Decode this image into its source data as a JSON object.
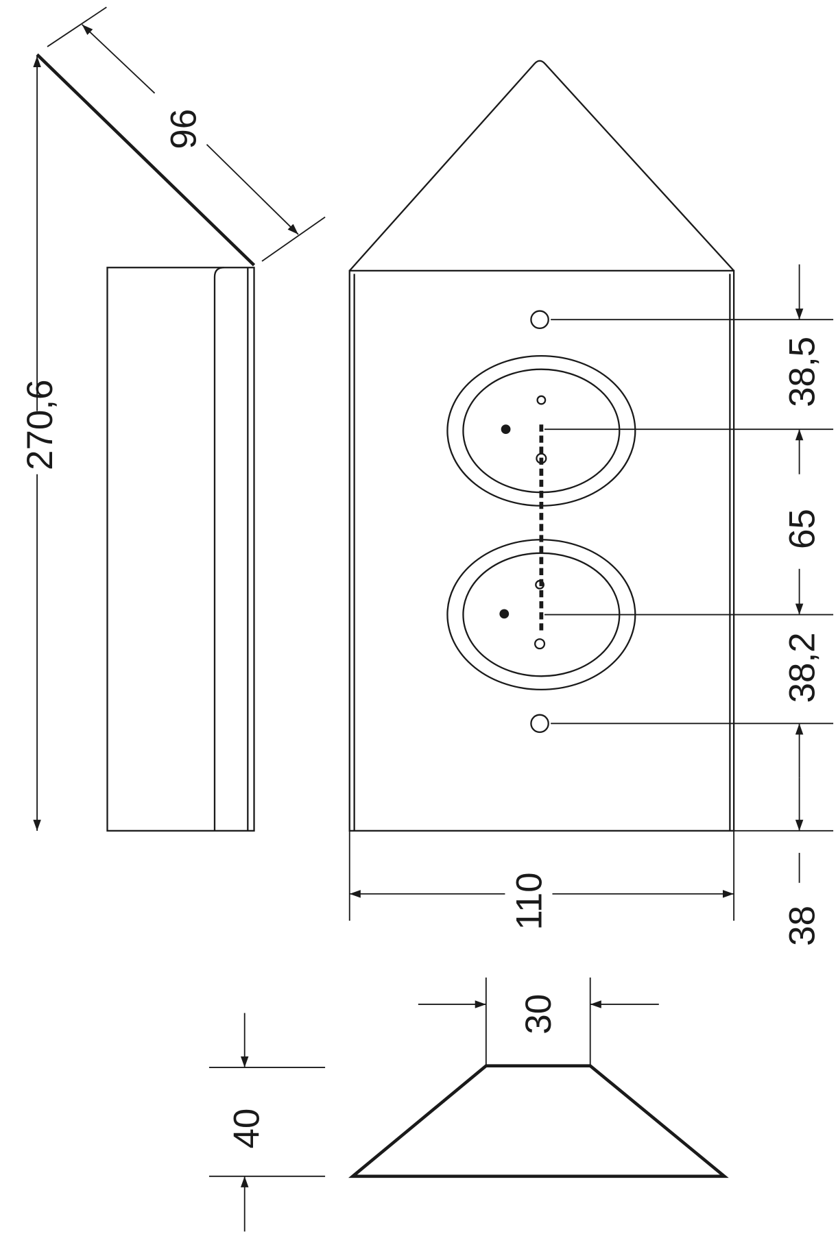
{
  "drawing": {
    "side_view": {
      "height_label": "270,6",
      "diagonal_label": "96"
    },
    "front_view": {
      "vertical_dims": [
        "38,5",
        "65",
        "38,2",
        "38"
      ],
      "width_label": "110"
    },
    "bottom_view": {
      "top_width_label": "30",
      "height_label": "40"
    }
  },
  "colors": {
    "line": "#1a1a1a",
    "background": "#ffffff"
  }
}
